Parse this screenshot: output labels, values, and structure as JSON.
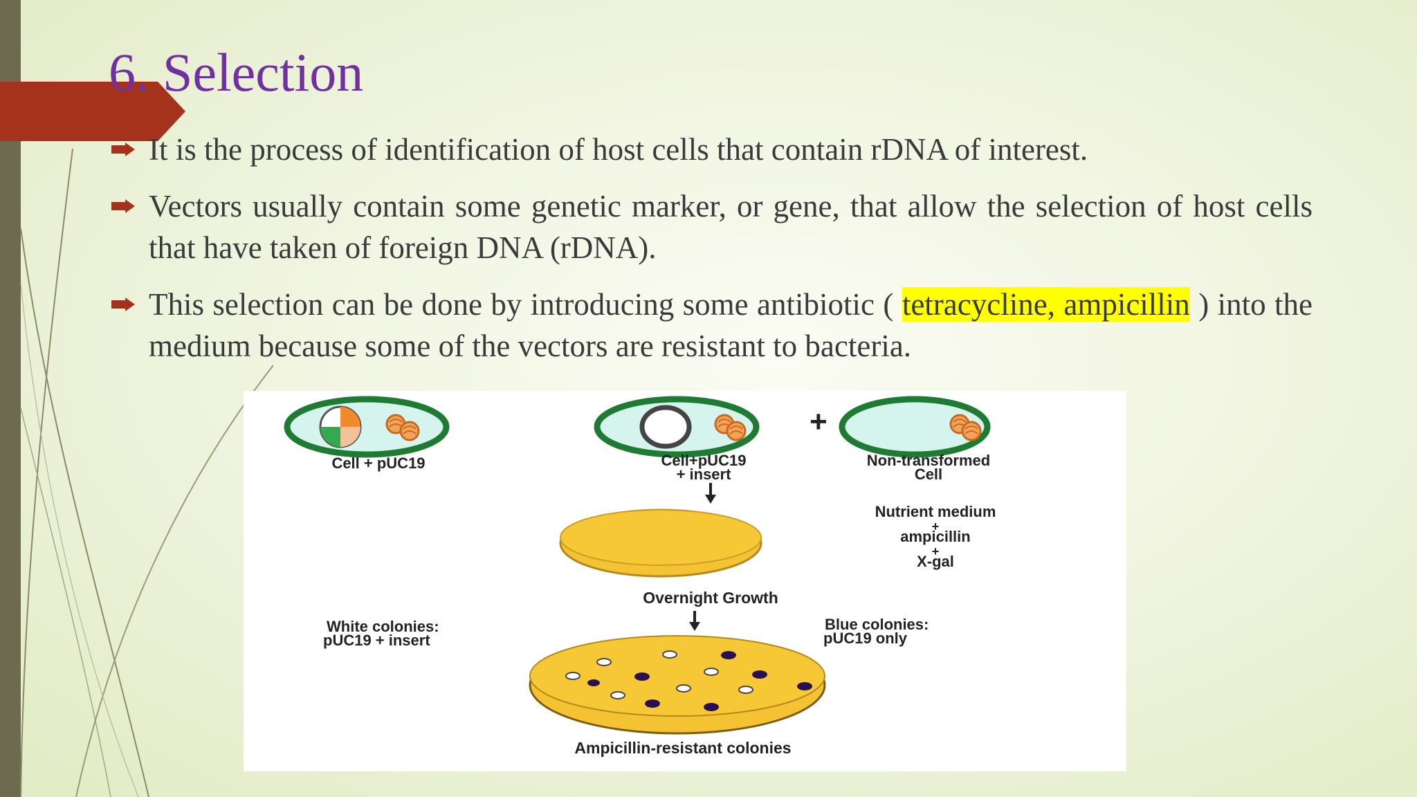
{
  "slide": {
    "title": "6. Selection",
    "bullets": [
      {
        "text": "It is the process of identification of host cells that contain rDNA of interest."
      },
      {
        "text": "Vectors usually contain some genetic marker, or gene, that allow the selection of host cells that have taken of foreign DNA (rDNA)."
      },
      {
        "text_before": "This selection can be done by introducing some antibiotic ( ",
        "highlight": "tetracycline, ampicillin",
        "text_after": " ) into the medium because some of the vectors are resistant to bacteria."
      }
    ]
  },
  "figure": {
    "labels": {
      "cell1": "Cell + pUC19",
      "cell2_line1": "Cell+pUC19",
      "cell2_line2": "+ insert",
      "cell3_line1": "Non-transformed",
      "cell3_line2": "Cell",
      "medium_line1": "Nutrient medium",
      "plus1": "+",
      "medium_line2": "ampicillin",
      "plus2": "+",
      "medium_line3": "X-gal",
      "overnight": "Overnight Growth",
      "white_line1": "White colonies:",
      "white_line2": "pUC19 + insert",
      "blue_line1": "Blue colonies:",
      "blue_line2": "pUC19 only",
      "bottom": "Ampicillin-resistant colonies",
      "op1": "+",
      "op2": "+"
    }
  },
  "colors": {
    "title": "#7030a0",
    "accent_red": "#a5321a",
    "highlight": "#ffff00",
    "cell_border": "#1f7a33",
    "cell_fill": "#d6f4ee",
    "plate": "#f4c232"
  }
}
